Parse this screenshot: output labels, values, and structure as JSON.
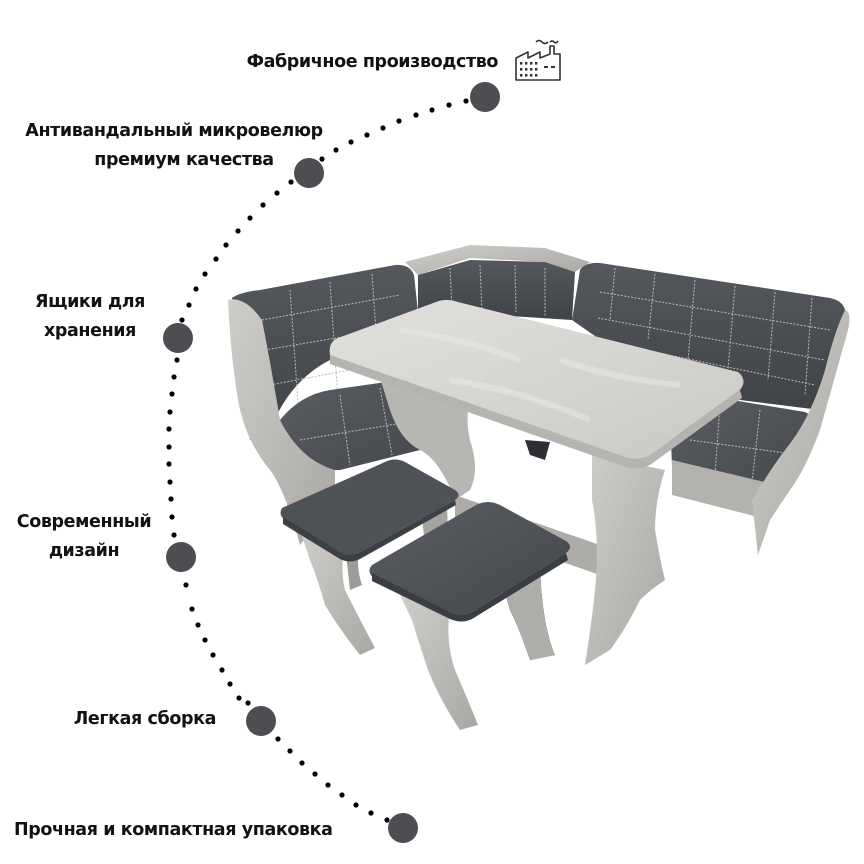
{
  "features": [
    {
      "id": "factory",
      "lines": [
        "Фабричное производство"
      ],
      "icon": "factory-icon"
    },
    {
      "id": "microvelour",
      "lines": [
        "Антивандальный микровелюр",
        "премиум качества"
      ]
    },
    {
      "id": "storage",
      "lines": [
        "Ящики для",
        "хранения"
      ]
    },
    {
      "id": "design",
      "lines": [
        "Современный",
        "дизайн"
      ]
    },
    {
      "id": "assembly",
      "lines": [
        "Легкая сборка"
      ]
    },
    {
      "id": "packaging",
      "lines": [
        "Прочная и компактная упаковка"
      ]
    }
  ],
  "product": {
    "name": "kitchen-corner-set",
    "parts": [
      "corner-sofa",
      "table",
      "stool-left",
      "stool-right"
    ]
  },
  "colors": {
    "background": "#ffffff",
    "text": "#121212",
    "node": "#4d4e51",
    "dot": "#000000",
    "upholstery": "#4a4d52",
    "stitching": "#c9cbcd",
    "laminate": "#c7c5c1",
    "tabletop": "#d8d6d2"
  }
}
